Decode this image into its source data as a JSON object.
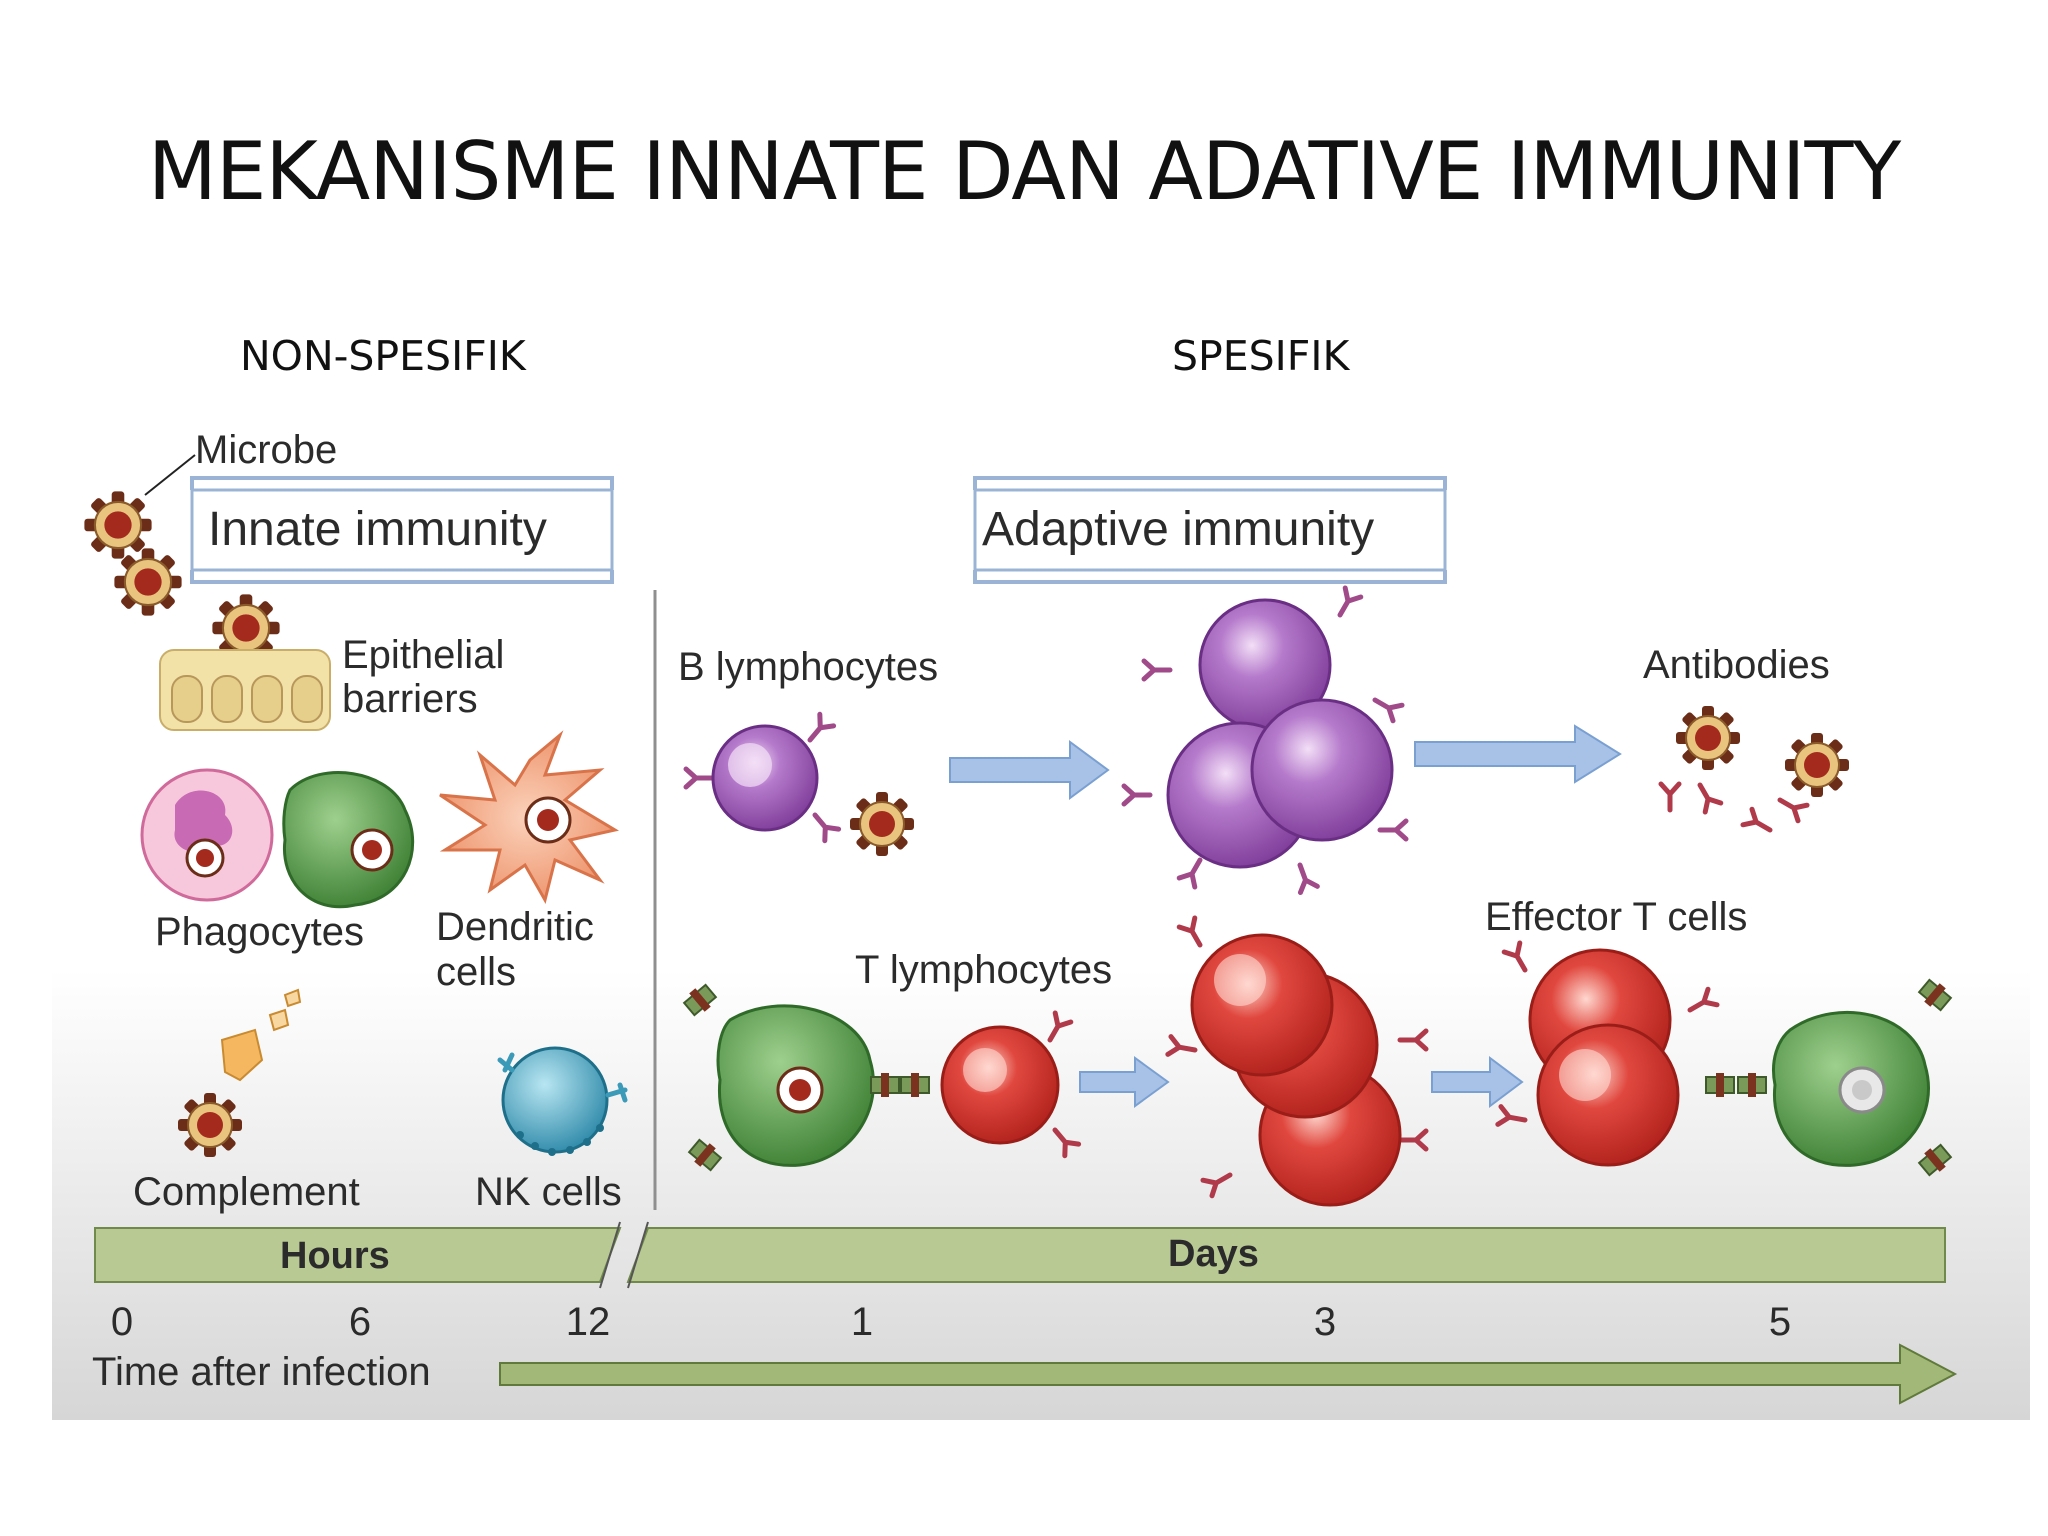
{
  "slide": {
    "title": "MEKANISME INNATE DAN ADATIVE IMMUNITY",
    "subtitle_left": "NON-SPESIFIK",
    "subtitle_right": "SPESIFIK"
  },
  "figure": {
    "microbe_label": "Microbe",
    "innate_header": "Innate immunity",
    "adaptive_header": "Adaptive immunity",
    "innate": {
      "epithelial_line1": "Epithelial",
      "epithelial_line2": "barriers",
      "phagocytes": "Phagocytes",
      "dendritic_line1": "Dendritic",
      "dendritic_line2": "cells",
      "complement": "Complement",
      "nk_cells": "NK cells"
    },
    "adaptive": {
      "b_lymphocytes": "B lymphocytes",
      "antibodies": "Antibodies",
      "t_lymphocytes": "T lymphocytes",
      "effector_t_cells": "Effector T cells"
    },
    "timeline": {
      "hours_label": "Hours",
      "days_label": "Days",
      "ticks": [
        "0",
        "6",
        "12",
        "1",
        "3",
        "5"
      ],
      "axis_label": "Time after infection"
    },
    "colors": {
      "timeline_band": "#b8c994",
      "arrow": "#8fb0dd",
      "b_cell": "#9a55b8",
      "t_cell": "#d8332c",
      "phagocyte": "#4f9a44",
      "nk_cell": "#3a9ab8",
      "microbe": "#8a3a22"
    }
  }
}
